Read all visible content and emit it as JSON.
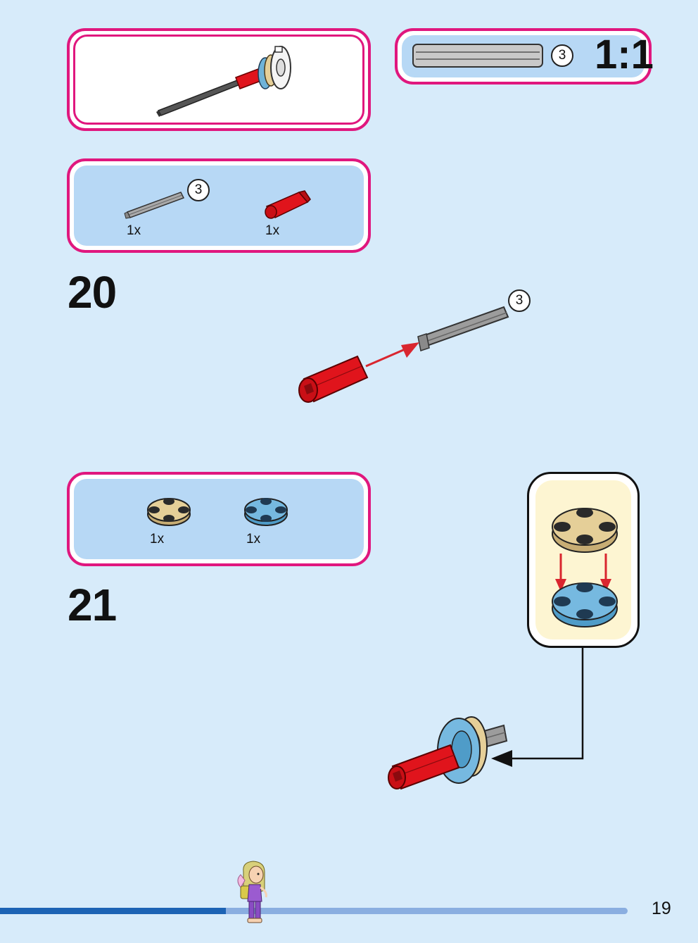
{
  "page": {
    "number": "19",
    "background_color": "#d7ebfa",
    "accent_color": "#e0177e"
  },
  "result_preview": {
    "icon": "completed-axle-assembly"
  },
  "scale_guide": {
    "badge": "3",
    "ratio": "1:1",
    "icon": "axle-length-3"
  },
  "step20": {
    "number": "20",
    "parts": [
      {
        "qty": "1x",
        "badge": "3",
        "icon": "gray-axle-3"
      },
      {
        "qty": "1x",
        "icon": "red-axle-connector"
      }
    ],
    "assembly_badge": "3"
  },
  "step21": {
    "number": "21",
    "parts": [
      {
        "qty": "1x",
        "icon": "tan-round-plate"
      },
      {
        "qty": "1x",
        "icon": "blue-round-plate"
      }
    ]
  },
  "progress": {
    "fraction": 0.36,
    "done_color": "#1c63b4",
    "remaining_color": "#8aaee0"
  }
}
